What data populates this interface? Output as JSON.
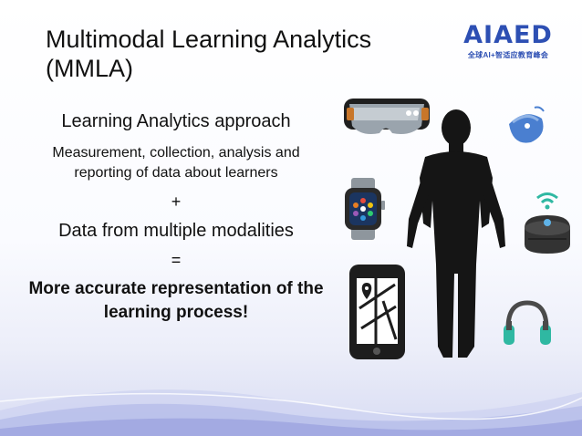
{
  "slide": {
    "title": "Multimodal Learning Analytics (MMLA)",
    "logo": {
      "main": "AIAED",
      "sub": "全球AI+智适应教育峰会",
      "color": "#2d4fb3"
    },
    "lines": {
      "approach": "Learning Analytics approach",
      "measurement": "Measurement, collection, analysis and reporting of data about learners",
      "plus": "+",
      "modalities": "Data from multiple modalities",
      "equals": "=",
      "result": "More accurate representation of the learning process!"
    },
    "illustrations": [
      "vr-headset-icon",
      "smartwatch-icon",
      "smartphone-map-icon",
      "human-silhouette",
      "smart-tag-icon",
      "smart-speaker-icon",
      "headphones-icon"
    ],
    "colors": {
      "accent": "#4a7fd0",
      "teal": "#2fb8a2",
      "dark": "#151515"
    }
  }
}
